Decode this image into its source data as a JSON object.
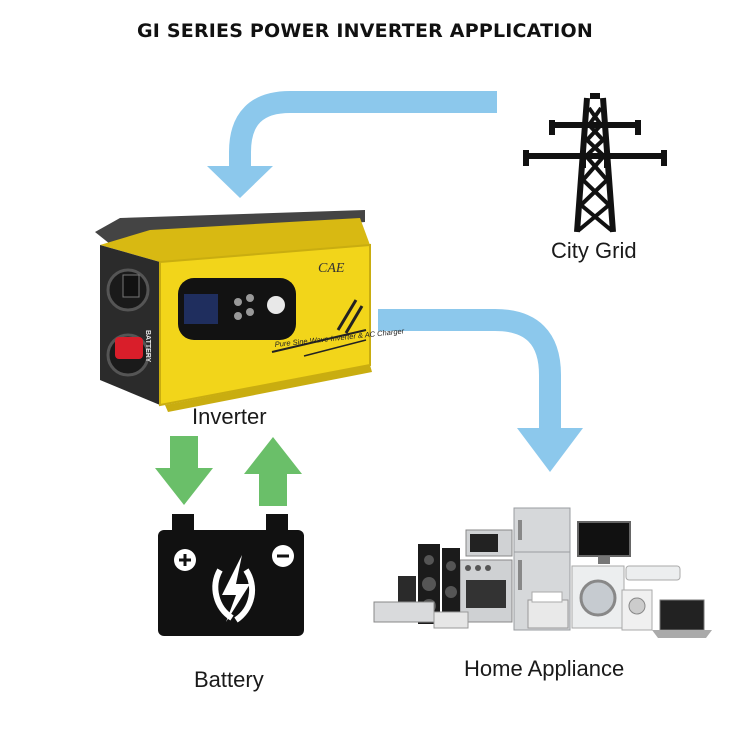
{
  "title": "GI SERIES POWER INVERTER APPLICATION",
  "labels": {
    "city_grid": "City Grid",
    "inverter": "Inverter",
    "battery": "Battery",
    "home_appliance": "Home Appliance"
  },
  "inverter_panel": {
    "brand": "CAE",
    "caption": "Pure Sine Wave Inverter & AC Charger",
    "side_label": "BATTERY"
  },
  "colors": {
    "flow_arrow": "#8cc8ec",
    "battery_arrow": "#6abf69",
    "inverter_body": "#f2d51a",
    "battery_body": "#111111",
    "pylon": "#111111"
  },
  "icons": [
    "transmission-tower-icon",
    "battery-icon",
    "lightning-bolt-icon",
    "appliances-group"
  ]
}
